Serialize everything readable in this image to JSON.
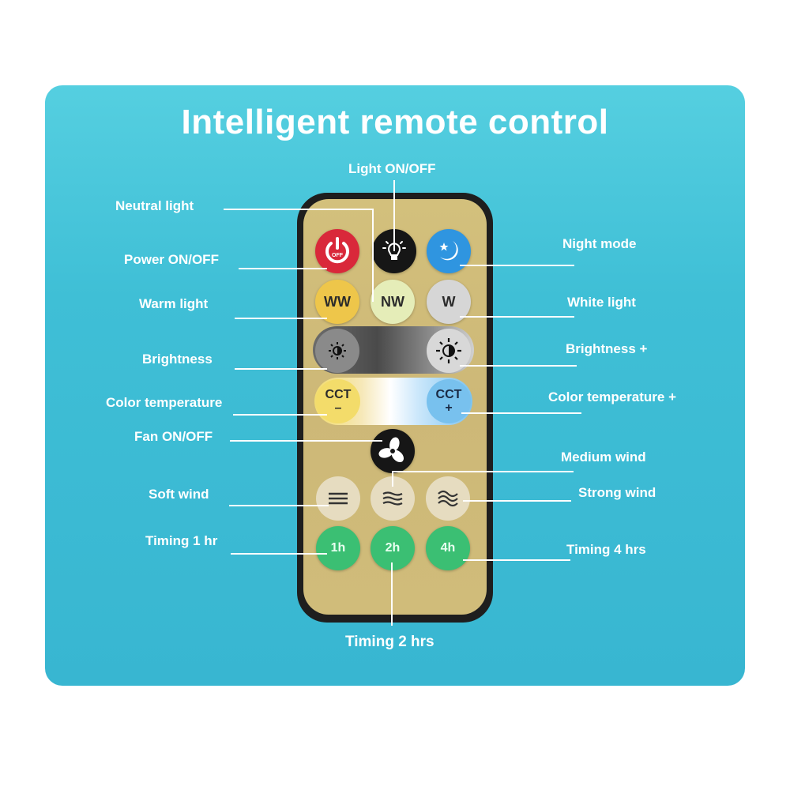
{
  "title": "Intelligent remote control",
  "colors": {
    "panel": "#3fbfd6",
    "remote_body": "#1e1e1e",
    "remote_face": "#cfbb79",
    "power_red": "#d9283a",
    "night_blue": "#2f95e0",
    "timer_green": "#3bbf73",
    "warm_yellow": "#eec64a",
    "neutral_pale": "#e5edb8",
    "white_gray": "#d6d6d6"
  },
  "labels": {
    "light_onoff": "Light ON/OFF",
    "neutral_light": "Neutral light",
    "power_onoff": "Power ON/OFF",
    "warm_light": "Warm light",
    "brightness_minus": "Brightness",
    "color_temp_minus": "Color temperature",
    "fan_onoff": "Fan ON/OFF",
    "soft_wind": "Soft wind",
    "timing_1": "Timing 1 hr",
    "night_mode": "Night mode",
    "white_light": "White light",
    "brightness_plus": "Brightness +",
    "color_temp_plus": "Color temperature +",
    "medium_wind": "Medium wind",
    "strong_wind": "Strong wind",
    "timing_4": "Timing 4 hrs",
    "timing_2": "Timing 2 hrs"
  },
  "buttons": {
    "power": {
      "icon": "power-icon",
      "text": "OFF"
    },
    "light": {
      "icon": "bulb-icon"
    },
    "night": {
      "icon": "moon-star-icon"
    },
    "ww": "WW",
    "nw": "NW",
    "w": "W",
    "brightness_down": {
      "icon": "brightness-low-icon"
    },
    "brightness_up": {
      "icon": "brightness-high-icon"
    },
    "cct_minus": {
      "text": "CCT",
      "sign": "–"
    },
    "cct_plus": {
      "text": "CCT",
      "sign": "+"
    },
    "fan": {
      "icon": "fan-icon"
    },
    "soft": {
      "icon": "soft-wind-icon"
    },
    "medium": {
      "icon": "medium-wind-icon"
    },
    "strong": {
      "icon": "strong-wind-icon"
    },
    "t1": "1h",
    "t2": "2h",
    "t4": "4h"
  }
}
